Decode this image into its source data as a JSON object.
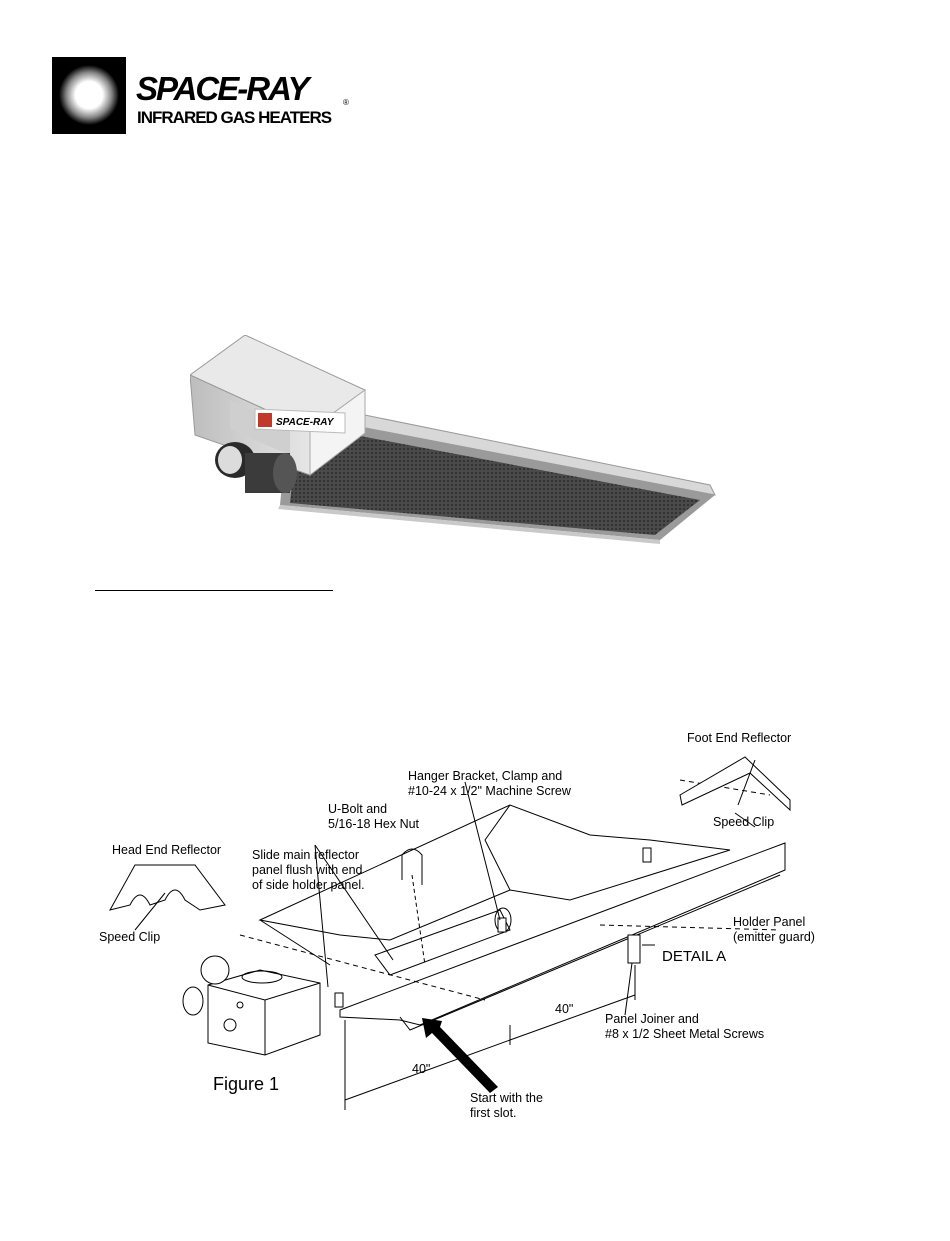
{
  "brand": {
    "name": "SPACE-RAY",
    "registered": "®",
    "tagline": "INFRARED GAS HEATERS"
  },
  "figure": {
    "title": "Figure 1",
    "detail": "DETAIL A",
    "labels": {
      "foot_end_reflector": "Foot End Reflector",
      "hanger_bracket": "Hanger Bracket, Clamp and\n#10-24 x 1/2\" Machine Screw",
      "ubolt": "U-Bolt and\n5/16-18 Hex Nut",
      "speed_clip_right": "Speed Clip",
      "head_end_reflector": "Head End Reflector",
      "slide_main": "Slide main reflector\npanel flush with end\nof side holder panel.",
      "holder_panel": "Holder Panel\n(emitter guard)",
      "speed_clip_left": "Speed Clip",
      "dim_40_right": "40\"",
      "dim_40_left": "40\"",
      "panel_joiner": "Panel Joiner and\n#8 x 1/2 Sheet Metal Screws",
      "start_slot": "Start with the\nfirst slot."
    }
  },
  "photo": {
    "unit_label": "SPACE-RAY"
  }
}
